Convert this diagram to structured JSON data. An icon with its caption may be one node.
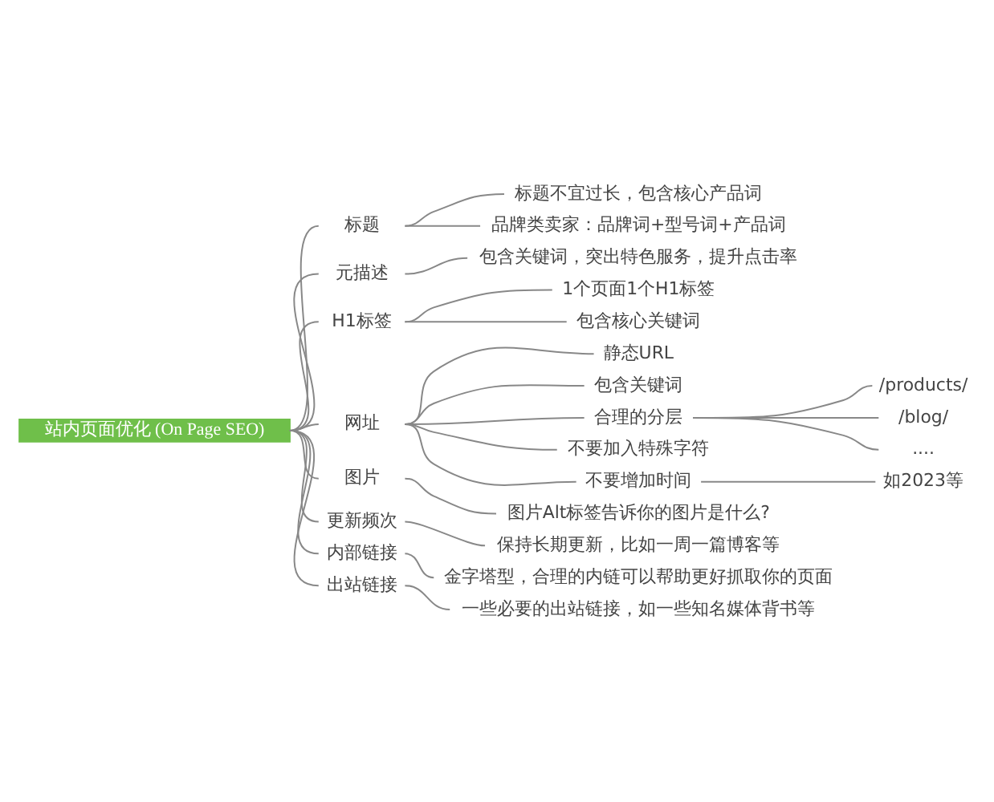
{
  "diagram": {
    "nodes": [
      {
        "text": [
          "站内页面优化 (On Page SEO)"
        ]
      },
      {
        "text": [
          "标题"
        ]
      },
      {
        "text": [
          "标题不宜过长，包含核心产品词"
        ]
      },
      {
        "text": [
          "品牌类卖家：品牌词+型号词+产品词"
        ]
      },
      {
        "text": [
          "元描述"
        ]
      },
      {
        "text": [
          "包含关键词，突出特色服务，提升点击率"
        ]
      },
      {
        "text": [
          "H1标签"
        ]
      },
      {
        "text": [
          "1个页面1个H1标签"
        ]
      },
      {
        "text": [
          "包含核心关键词"
        ]
      },
      {
        "text": [
          "网址"
        ]
      },
      {
        "text": [
          "静态URL"
        ]
      },
      {
        "text": [
          "包含关键词"
        ]
      },
      {
        "text": [
          "合理的分层"
        ]
      },
      {
        "text": [
          "/products/"
        ]
      },
      {
        "text": [
          "/blog/"
        ]
      },
      {
        "text": [
          "...."
        ]
      },
      {
        "text": [
          "不要加入特殊字符"
        ]
      },
      {
        "text": [
          "不要增加时间"
        ]
      },
      {
        "text": [
          "如2023等"
        ]
      },
      {
        "text": [
          "图片"
        ]
      },
      {
        "text": [
          "图片Alt标签告诉你的图片是什么?"
        ]
      },
      {
        "text": [
          "更新频次"
        ]
      },
      {
        "text": [
          "保持长期更新，比如一周一篇博客等"
        ]
      },
      {
        "text": [
          "内部链接"
        ]
      },
      {
        "text": [
          "金字塔型，合理的内链可以帮助更好抓取你的页面"
        ]
      },
      {
        "text": [
          "出站链接"
        ]
      },
      {
        "text": [
          "一些必要的出站链接，如一些知名媒体背书等"
        ]
      }
    ],
    "edges": [
      {
        "from": 0,
        "to": 1,
        "arrow": "none"
      },
      {
        "from": 1,
        "to": 2,
        "arrow": "none"
      },
      {
        "from": 1,
        "to": 3,
        "arrow": "none"
      },
      {
        "from": 0,
        "to": 4,
        "arrow": "none"
      },
      {
        "from": 4,
        "to": 5,
        "arrow": "none"
      },
      {
        "from": 0,
        "to": 6,
        "arrow": "none"
      },
      {
        "from": 6,
        "to": 7,
        "arrow": "none"
      },
      {
        "from": 6,
        "to": 8,
        "arrow": "none"
      },
      {
        "from": 0,
        "to": 9,
        "arrow": "none"
      },
      {
        "from": 9,
        "to": 10,
        "arrow": "none"
      },
      {
        "from": 9,
        "to": 11,
        "arrow": "none"
      },
      {
        "from": 9,
        "to": 12,
        "arrow": "none"
      },
      {
        "from": 12,
        "to": 13,
        "arrow": "none"
      },
      {
        "from": 12,
        "to": 14,
        "arrow": "none"
      },
      {
        "from": 12,
        "to": 15,
        "arrow": "none"
      },
      {
        "from": 9,
        "to": 16,
        "arrow": "none"
      },
      {
        "from": 9,
        "to": 17,
        "arrow": "none"
      },
      {
        "from": 17,
        "to": 18,
        "arrow": "none"
      },
      {
        "from": 0,
        "to": 19,
        "arrow": "none"
      },
      {
        "from": 19,
        "to": 20,
        "arrow": "none"
      },
      {
        "from": 0,
        "to": 21,
        "arrow": "none"
      },
      {
        "from": 21,
        "to": 22,
        "arrow": "none"
      },
      {
        "from": 0,
        "to": 23,
        "arrow": "none"
      },
      {
        "from": 23,
        "to": 24,
        "arrow": "none"
      },
      {
        "from": 0,
        "to": 25,
        "arrow": "none"
      },
      {
        "from": 25,
        "to": 26,
        "arrow": "none"
      }
    ]
  }
}
